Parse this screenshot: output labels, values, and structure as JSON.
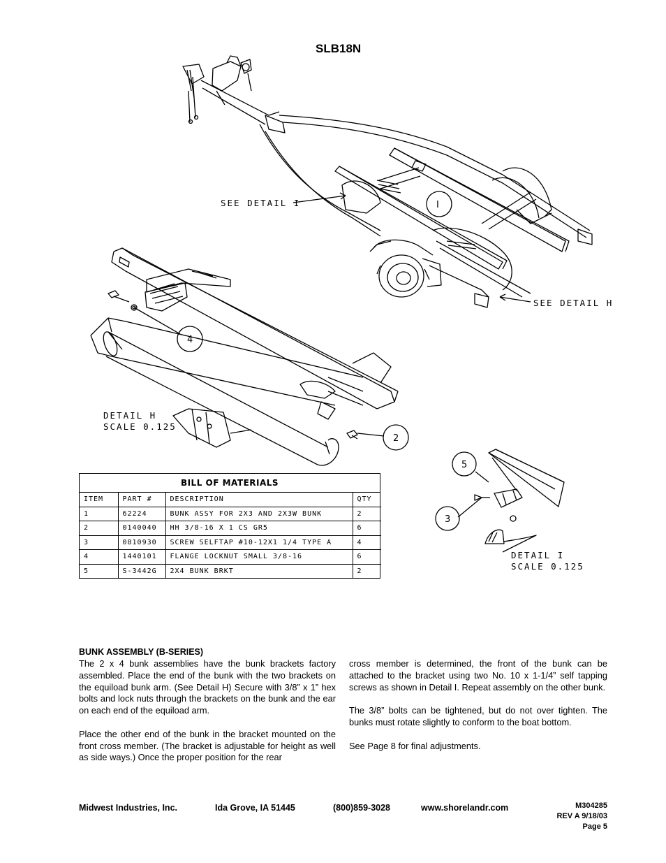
{
  "page_title": "SLB18N",
  "callouts": {
    "see_detail_i": "SEE DETAIL  I",
    "see_detail_h": "SEE DETAIL  H",
    "detail_h_title": "DETAIL  H",
    "detail_h_scale": "SCALE  0.125",
    "detail_i_title": "DETAIL  I",
    "detail_i_scale": "SCALE  0.125"
  },
  "balloons": [
    "I",
    "4",
    "2",
    "5",
    "3"
  ],
  "bom": {
    "title": "BILL OF MATERIALS",
    "headers": [
      "ITEM",
      "PART #",
      "DESCRIPTION",
      "QTY"
    ],
    "rows": [
      [
        "1",
        "62224",
        "BUNK ASSY FOR 2X3 AND 2X3W BUNK",
        "2"
      ],
      [
        "2",
        "0140040",
        "HH 3/8-16 X 1 CS GR5",
        "6"
      ],
      [
        "3",
        "0810930",
        "SCREW SELFTAP #10-12X1 1/4 TYPE A",
        "4"
      ],
      [
        "4",
        "1440101",
        "FLANGE LOCKNUT SMALL 3/8-16",
        "6"
      ],
      [
        "5",
        "S-3442G",
        "2X4 BUNK BRKT",
        "2"
      ]
    ]
  },
  "instructions": {
    "heading": "BUNK ASSEMBLY (B-SERIES)",
    "col1_p1": "The 2 x 4 bunk assemblies have the bunk brackets factory assembled. Place the end of the bunk with the two brackets on the equiload bunk arm. (See Detail H) Secure with 3/8” x 1” hex bolts and lock nuts through the brackets on the bunk and the ear on each end of the equiload arm.",
    "col1_p2": "Place the other end of the bunk in the bracket mounted on the front cross member. (The bracket is adjustable for height as well as side ways.) Once the proper position for the rear",
    "col2_p1": "cross member is determined, the front of the bunk can be attached to the bracket using two No. 10 x 1-1/4” self tapping screws as shown in Detail I. Repeat assembly on the other bunk.",
    "col2_p2": "The 3/8” bolts can be tightened, but do not over tighten. The bunks must rotate slightly to conform to the boat bottom.",
    "col2_p3": "See Page 8 for final adjustments."
  },
  "footer": {
    "company": "Midwest Industries, Inc.",
    "city": "Ida Grove, IA  51445",
    "phone": "(800)859-3028",
    "website": "www.shorelandr.com",
    "doc_number": "M304285",
    "revision": "REV A  9/18/03",
    "page": "Page 5"
  }
}
